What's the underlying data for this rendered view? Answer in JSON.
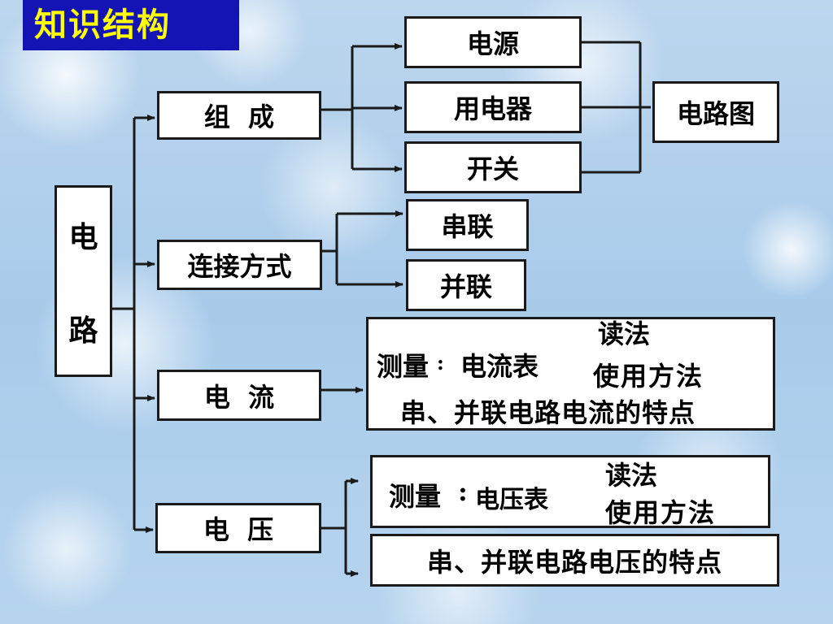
{
  "title": "知识结构",
  "root": {
    "char1": "电",
    "char2": "路"
  },
  "categories": {
    "composition": "组  成",
    "connection": "连接方式",
    "current": "电  流",
    "voltage": "电  压"
  },
  "components": {
    "power": "电源",
    "appliance": "用电器",
    "switch": "开关",
    "circuit_diagram": "电路图"
  },
  "connection_types": {
    "series": "串联",
    "parallel": "并联"
  },
  "current_detail": {
    "measure": "测量",
    "colon": ":",
    "meter": "电流表",
    "reading": "读法",
    "usage": "使用方法",
    "feature": "串、并联电路电流的特点"
  },
  "voltage_detail": {
    "measure": "测量",
    "colon": ":",
    "meter": "电压表",
    "reading": "读法",
    "usage": "使用方法",
    "feature": "串、并联电路电压的特点"
  },
  "colors": {
    "title_bg": "#1414b4",
    "title_text": "#ffff00",
    "line": "#1a1a1a"
  }
}
